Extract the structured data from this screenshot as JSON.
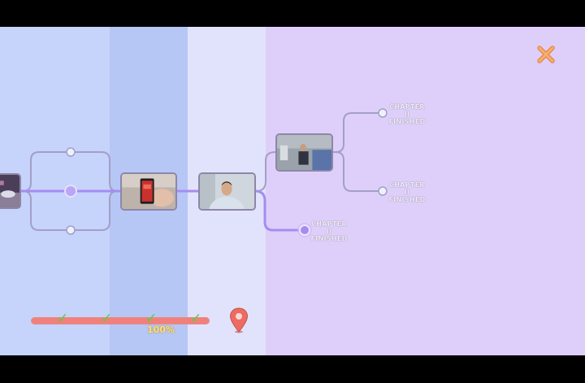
{
  "story_tree": {
    "chapter_nodes": [
      {
        "id": "upper",
        "lines": [
          "CHAPTER",
          "II",
          "FINISHED"
        ]
      },
      {
        "id": "lower",
        "lines": [
          "CHAPTER",
          "II",
          "FINISHED"
        ]
      },
      {
        "id": "main",
        "lines": [
          "CHAPTER",
          "II",
          "FINISHED"
        ]
      }
    ]
  },
  "progress": {
    "percent_label": "100%",
    "fraction": 1.0,
    "checkpoints": [
      "✓",
      "✓",
      "✓",
      "✓"
    ]
  },
  "colors": {
    "accent_line": "#a68cf0",
    "inactive_line": "#a39fc6",
    "close_icon": "#f5a35b",
    "pin": "#ec6b63",
    "progress_fill": "#f0807c",
    "check": "#52d43a"
  }
}
